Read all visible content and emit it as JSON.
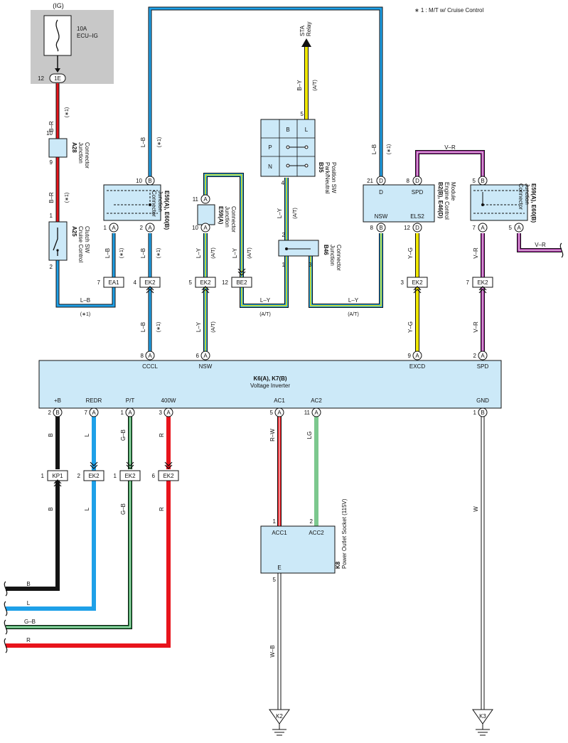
{
  "note": "∗ 1 : M/T w/ Cruise Control",
  "ig": {
    "label": "(IG)",
    "fuse_rating": "10A",
    "fuse_name": "ECU–IG",
    "pin": "12",
    "conn": "1E"
  },
  "a28": {
    "code": "A28",
    "name1": "Junction",
    "name2": "Connector",
    "pin_top": "10",
    "pin_bot": "9"
  },
  "a25": {
    "code": "A25",
    "name1": "Cruise Control",
    "name2": "Clutch SW",
    "pin_top": "1",
    "pin_bot": "2"
  },
  "e59l": {
    "code": "E59(A), E60(B)",
    "name1": "Junction",
    "name2": "Connector",
    "pin_top": "10",
    "pin_top_conn": "B",
    "pin_bl": "1",
    "pin_bl_conn": "A",
    "pin_br": "2",
    "pin_br_conn": "A"
  },
  "e59a": {
    "code": "E59(A)",
    "name1": "Junction",
    "name2": "Connector",
    "pin_top": "11",
    "pin_bot": "10",
    "conn": "A"
  },
  "b35": {
    "code": "B35",
    "name1": "Park/Neutral",
    "name2": "Position SW",
    "pin_top": "5",
    "pin_bot": "4",
    "b": "B",
    "l": "L",
    "p": "P",
    "n": "N"
  },
  "b46": {
    "code": "B46",
    "name1": "Junction",
    "name2": "Connector",
    "pin_top": "2",
    "pin_l": "1",
    "pin_r": "3"
  },
  "b2": {
    "code": "B2(B), E46(D)",
    "name1": "Engine Control",
    "name2": "Module",
    "d": "D",
    "spd": "SPD",
    "nsw": "NSW",
    "els2": "ELS2",
    "pin_d": "21",
    "pin_spd": "8",
    "pin_nsw": "8",
    "pin_els2": "12"
  },
  "e59r": {
    "code": "E59(A), E60(B)",
    "name1": "Junction",
    "name2": "Connector",
    "pin_top": "5",
    "pin_bl": "7",
    "pin_br": "5"
  },
  "k6": {
    "code": "K6(A), K7(B)",
    "name": "Voltage Inverter",
    "cccl": "CCCL",
    "nsw": "NSW",
    "excd": "EXCD",
    "spd": "SPD",
    "b": "+B",
    "redr": "REDR",
    "pt": "P/T",
    "w400": "400W",
    "ac1": "AC1",
    "ac2": "AC2",
    "gnd": "GND"
  },
  "k8": {
    "code": "K8",
    "name": "Power Outlet Socket (115V)",
    "acc1": "ACC1",
    "acc2": "ACC2",
    "e": "E",
    "pin1": "1",
    "pin2": "2",
    "pin5": "5"
  },
  "sta": {
    "line1": "STA",
    "line2": "Relay"
  },
  "wires": {
    "br": "B–R",
    "lb": "L–B",
    "ly": "L–Y",
    "by": "B–Y",
    "yg": "Y–G",
    "vr": "V–R",
    "b": "B",
    "l": "L",
    "gb": "G–B",
    "r": "R",
    "rw": "R–W",
    "lg": "LG",
    "w": "W",
    "wb": "W–B",
    "star1": "(∗1)",
    "at": "(A/T)"
  },
  "conns": {
    "ea1": "EA1",
    "ek2": "EK2",
    "be2": "BE2",
    "kp1": "KP1"
  },
  "grounds": {
    "k2": "K2",
    "k3": "K3"
  },
  "colors": {
    "blue": "#1ea0e8",
    "yellow": "#f0e800",
    "red": "#e8141c",
    "black": "#141414",
    "green": "#2a9a4a",
    "lightgreen": "#7cc88e",
    "purple": "#a0289c",
    "box": "#cce9f8",
    "gray": "#c8c8c8"
  }
}
